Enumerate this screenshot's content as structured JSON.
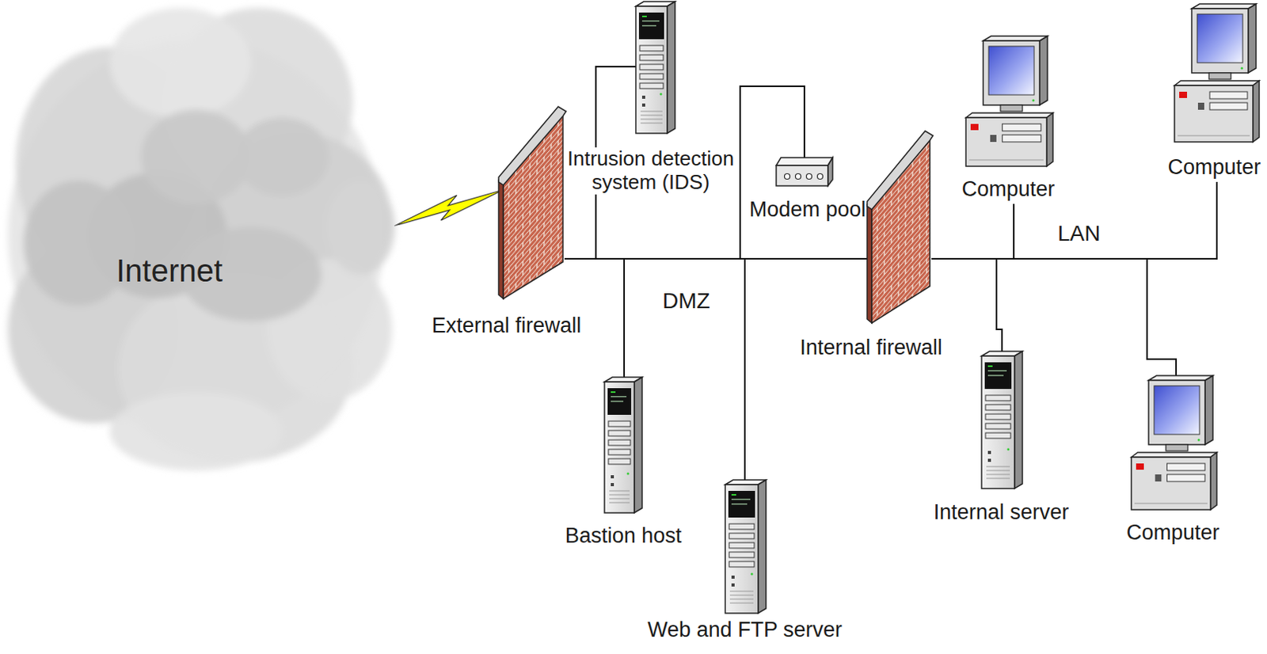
{
  "diagram": {
    "nodes": [
      {
        "text": [
          "Internet"
        ]
      },
      {
        "text": [
          "External firewall"
        ]
      },
      {
        "text": [
          "Intrusion detection system (IDS)"
        ]
      },
      {
        "text": [
          "Modem pool"
        ]
      },
      {
        "text": [
          "Internal firewall"
        ]
      },
      {
        "text": [
          "Computer"
        ]
      },
      {
        "text": [
          "Computer"
        ]
      },
      {
        "text": [
          "Bastion host"
        ]
      },
      {
        "text": [
          "Web and FTP server"
        ]
      },
      {
        "text": [
          "Internal server"
        ]
      },
      {
        "text": [
          "Computer"
        ]
      }
    ],
    "edges": [
      {
        "from": 0,
        "to": 1,
        "arrow": "none"
      },
      {
        "from": 1,
        "to": 2,
        "arrow": "none"
      },
      {
        "from": 1,
        "to": 3,
        "arrow": "none"
      },
      {
        "from": 1,
        "to": 7,
        "arrow": "none"
      },
      {
        "from": 1,
        "to": 8,
        "arrow": "none"
      },
      {
        "from": 1,
        "to": 4,
        "arrow": "none"
      },
      {
        "from": 4,
        "to": 5,
        "arrow": "none"
      },
      {
        "from": 4,
        "to": 6,
        "arrow": "none"
      },
      {
        "from": 4,
        "to": 9,
        "arrow": "none"
      },
      {
        "from": 4,
        "to": 10,
        "arrow": "none"
      }
    ],
    "labels": [
      "DMZ",
      "LAN"
    ]
  }
}
